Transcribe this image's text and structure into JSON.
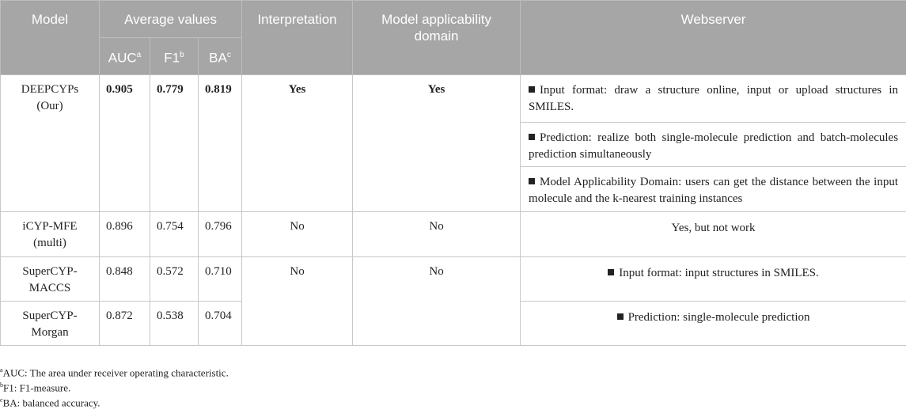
{
  "table": {
    "headers": {
      "model": "Model",
      "average_values": "Average values",
      "interpretation": "Interpretation",
      "applicability": "Model applicability domain",
      "webserver": "Webserver",
      "auc": "AUC",
      "auc_sup": "a",
      "f1": "F1",
      "f1_sup": "b",
      "ba": "BA",
      "ba_sup": "c"
    },
    "rows": [
      {
        "model_line1": "DEEPCYPs",
        "model_line2": "(Our)",
        "auc": "0.905",
        "f1": "0.779",
        "ba": "0.819",
        "interpretation": "Yes",
        "applicability": "Yes",
        "webserver": [
          "Input format: draw a structure online, input or upload structures in SMILES.",
          "Prediction: realize both single-molecule prediction and batch-molecules prediction simultaneously",
          "Model Applicability Domain: users can get the distance between the input molecule and the k-nearest training instances"
        ]
      },
      {
        "model_line1": "iCYP-MFE",
        "model_line2": "(multi)",
        "auc": "0.896",
        "f1": "0.754",
        "ba": "0.796",
        "interpretation": "No",
        "applicability": "No",
        "webserver": [
          "Yes, but not work"
        ]
      },
      {
        "model_line1": "SuperCYP-",
        "model_line2": "MACCS",
        "auc": "0.848",
        "f1": "0.572",
        "ba": "0.710",
        "interpretation": "No",
        "applicability": "No",
        "webserver": [
          "Input format: input structures in SMILES."
        ]
      },
      {
        "model_line1": "SuperCYP-",
        "model_line2": "Morgan",
        "auc": "0.872",
        "f1": "0.538",
        "ba": "0.704",
        "webserver": [
          "Prediction: single-molecule prediction"
        ]
      }
    ]
  },
  "footnotes": [
    {
      "mark": "a",
      "text": "AUC: The area under receiver operating characteristic."
    },
    {
      "mark": "b",
      "text": "F1: F1-measure."
    },
    {
      "mark": "c",
      "text": "BA: balanced accuracy."
    }
  ]
}
